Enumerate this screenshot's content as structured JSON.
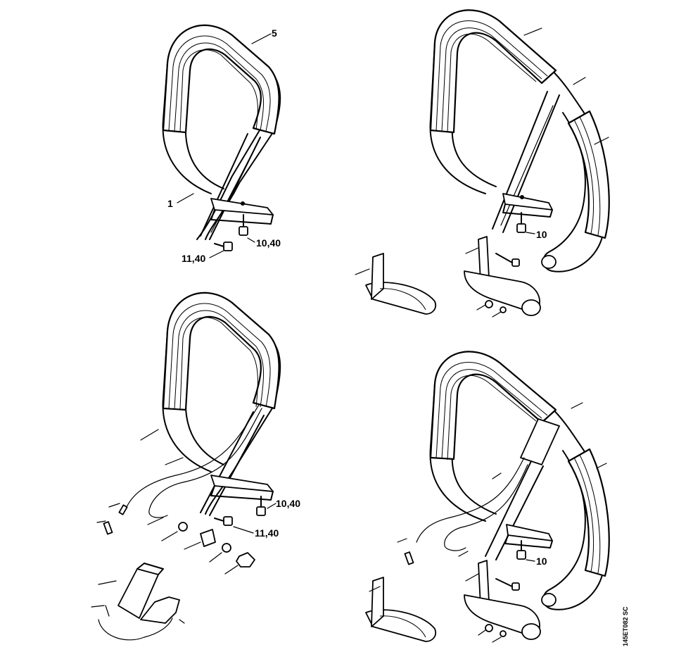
{
  "labels": {
    "part_5": "5",
    "part_1": "1",
    "part_10_40_a": "10,40",
    "part_11_40_a": "11,40",
    "part_10_a": "10",
    "part_10_40_b": "10,40",
    "part_11_40_b": "11,40",
    "part_10_b": "10"
  },
  "drawing_code": "145ET082 SC"
}
